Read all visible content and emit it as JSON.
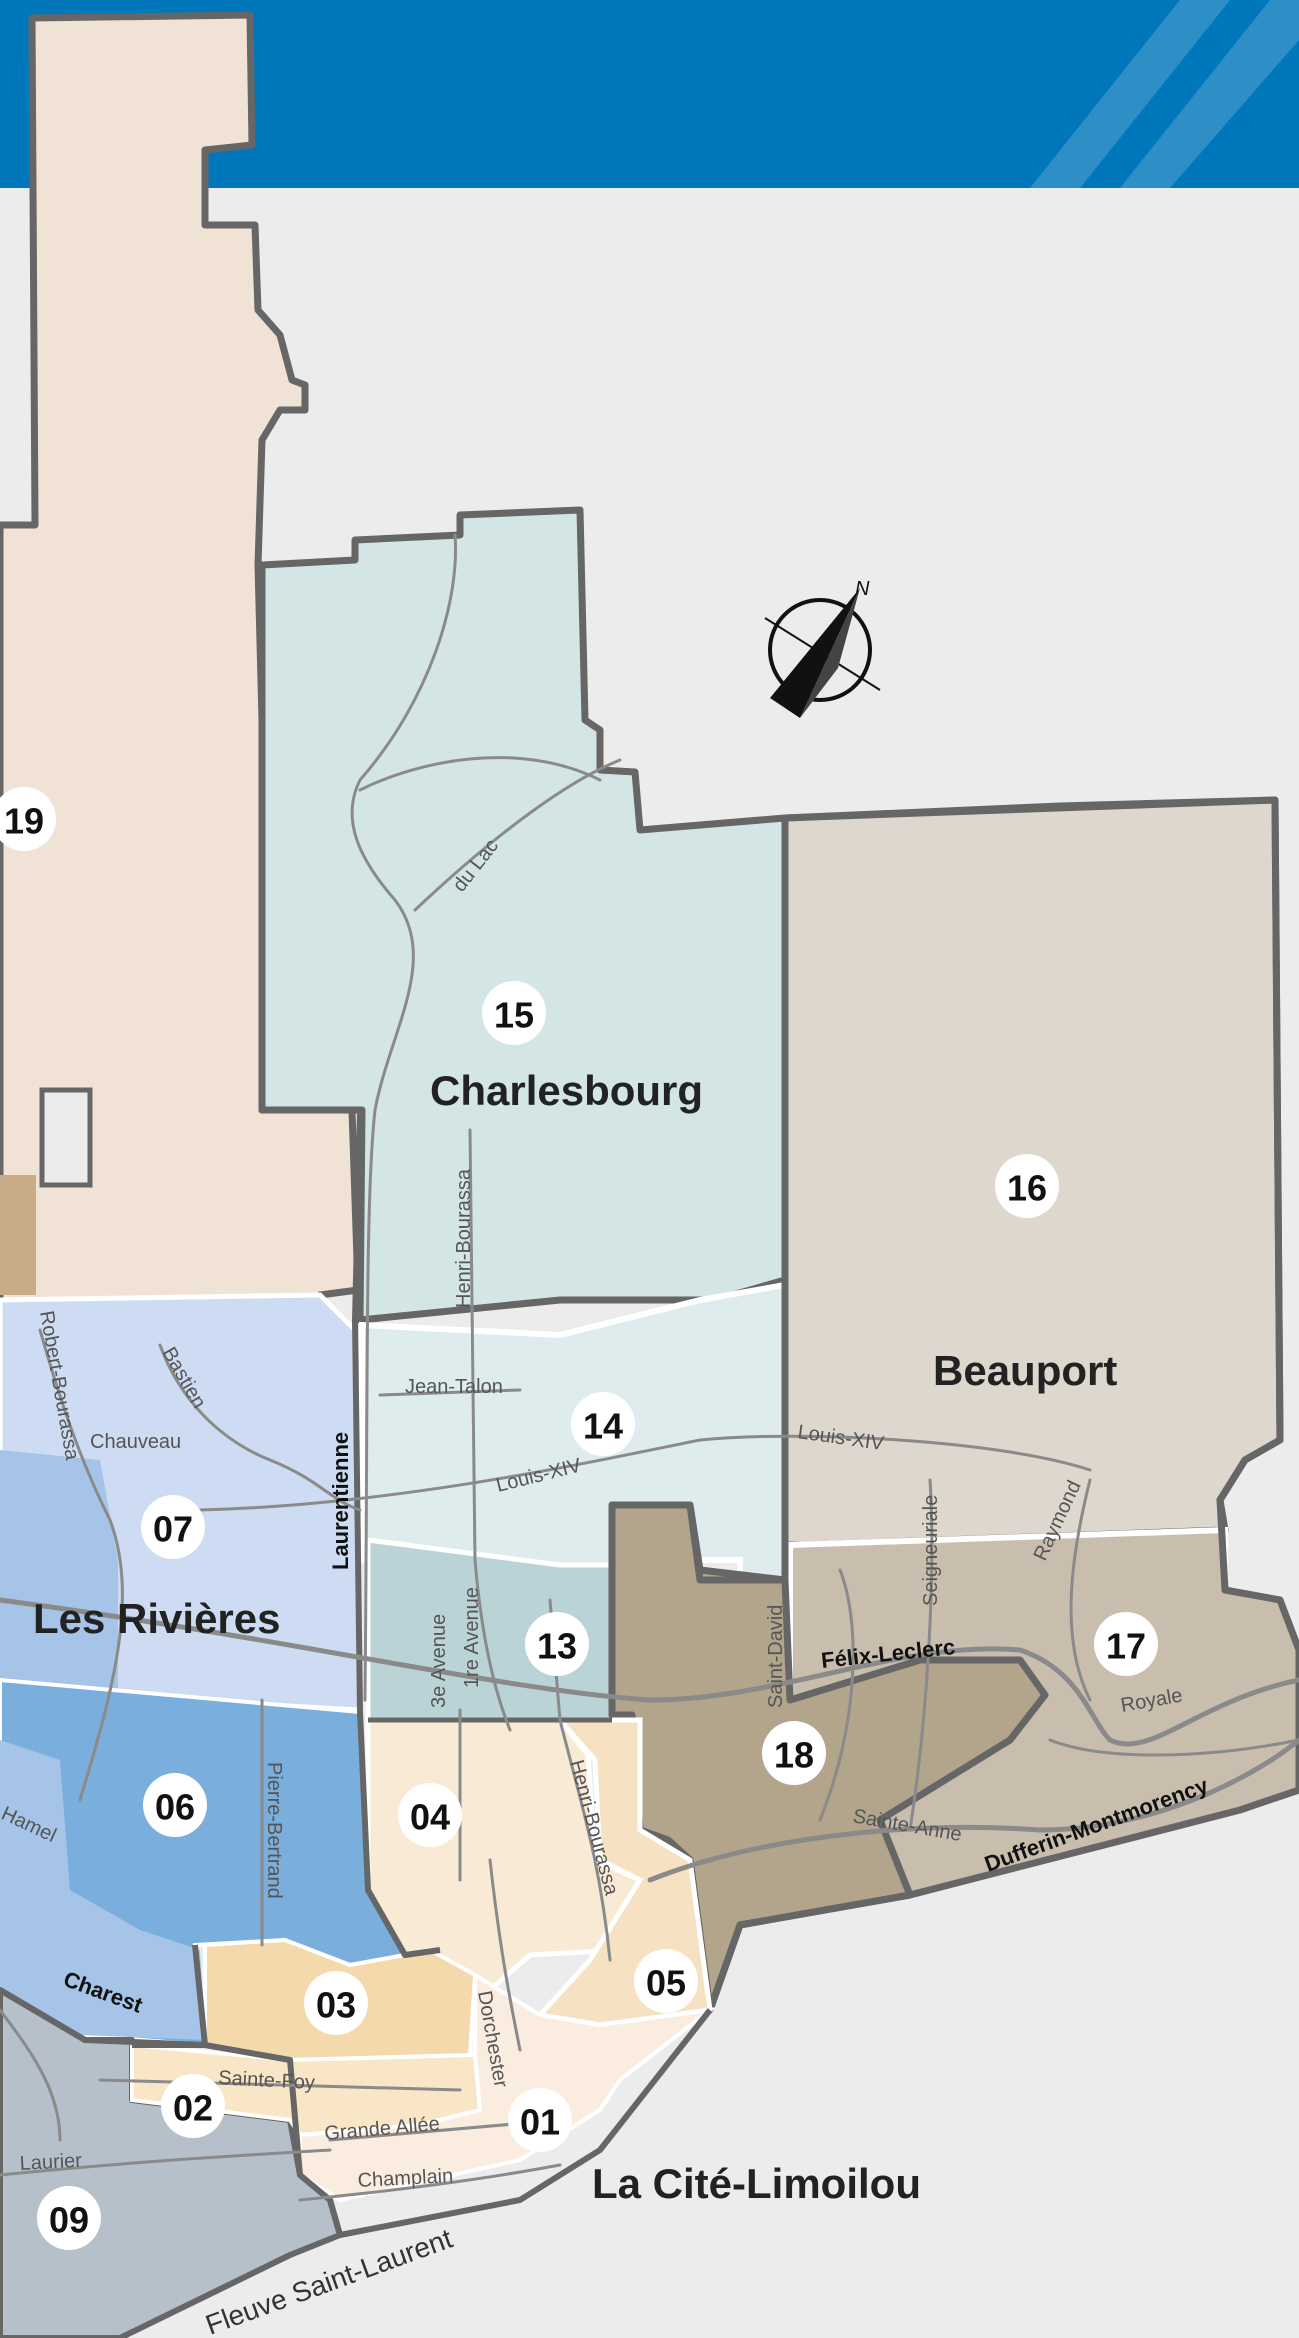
{
  "colors": {
    "banner": "#0077bb",
    "background": "#ececec",
    "border": "#666666",
    "road": "#8a8a8a",
    "charlesbourg_15": "#d4e5e6",
    "charlesbourg_14": "#deeced",
    "charlesbourg_13": "#b9d3d6",
    "beauport_16": "#ded7cd",
    "beauport_17": "#c9bdad",
    "beauport_18": "#b3a48c",
    "haute_st_charles_19": "#f0e3d6",
    "les_rivieres_07": "#cddcf2",
    "les_rivieres_06": "#7aaedc",
    "les_rivieres_west": "#a5c4e7",
    "cite_04": "#f8ead5",
    "cite_05": "#f6e1c2",
    "cite_03": "#f4d9ac",
    "cite_02": "#f8e6c7",
    "cite_01": "#fbece0",
    "ste_foy_09": "#b6c0ca"
  },
  "districts": {
    "charlesbourg": "Charlesbourg",
    "beauport": "Beauport",
    "les_rivieres": "Les Rivières",
    "la_cite_limoilou": "La Cité-Limoilou"
  },
  "numbers": {
    "n19": "19",
    "n15": "15",
    "n16": "16",
    "n14": "14",
    "n07": "07",
    "n13": "13",
    "n17": "17",
    "n18": "18",
    "n06": "06",
    "n04": "04",
    "n03": "03",
    "n05": "05",
    "n02": "02",
    "n01": "01",
    "n09": "09"
  },
  "roads": {
    "du_lac": "du Lac",
    "henri_bourassa": "Henri-Bourassa",
    "jean_talon": "Jean-Talon",
    "louis_xiv": "Louis-XIV",
    "robert_bourassa": "Robert-Bourassa",
    "bastien": "Bastien",
    "chauveau": "Chauveau",
    "laurentienne": "Laurentienne",
    "seigneuriale": "Seigneuriale",
    "raymond": "Raymond",
    "saint_david": "Saint-David",
    "felix_leclerc": "Félix-Leclerc",
    "royale": "Royale",
    "ave_3e": "3e Avenue",
    "ave_1re": "1re Avenue",
    "pierre_bertrand": "Pierre-Bertrand",
    "hamel": "Hamel",
    "sainte_anne": "Sainte-Anne",
    "dufferin_montmorency": "Dufferin-Montmorency",
    "charest": "Charest",
    "dorchester": "Dorchester",
    "sainte_foy": "Sainte-Foy",
    "grande_allee": "Grande Allée",
    "champlain": "Champlain",
    "laurier": "Laurier"
  },
  "water": {
    "fleuve": "Fleuve Saint-Laurent"
  },
  "compass": {
    "north": "N",
    "icon": "north-arrow-icon"
  }
}
